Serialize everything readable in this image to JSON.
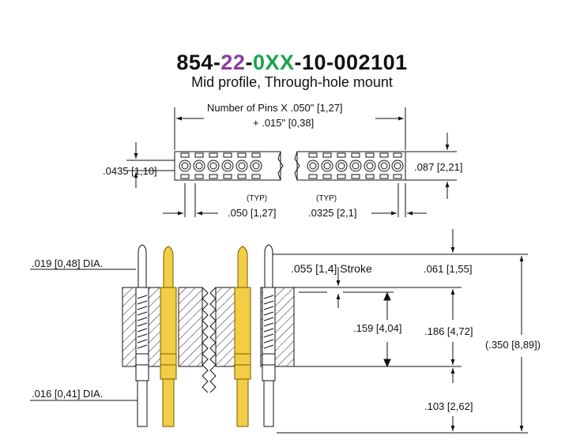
{
  "part_number": {
    "seg1": "854-",
    "seg2": "22",
    "seg3": "-",
    "seg4": "0XX",
    "seg5": "-10-002101",
    "colors": {
      "seg2": "#8a3fa0",
      "seg4": "#19a449"
    }
  },
  "subtitle": "Mid profile, Through-hole mount",
  "dimensions": {
    "length_line1": "Number of Pins X .050\" [1,27]",
    "length_line2": "+ .015\" [0,38]",
    "height_left": ".0435 [1,10]",
    "height_right": ".087 [2,21]",
    "pitch_typ": "(TYP)",
    "pitch": ".050 [1,27]",
    "edge_typ": "(TYP)",
    "edge": ".0325 [2,1]",
    "tip_dia": ".019 [0,48] DIA.",
    "tail_dia": ".016 [0,41] DIA.",
    "stroke": ".055 [1,4] Stroke",
    "d061": ".061 [1,55]",
    "d159": ".159 [4,04]",
    "d186": ".186 [4,72]",
    "d350": "(.350 [8,89])",
    "d103": ".103 [2,62]"
  },
  "colors": {
    "gold": "#f2cd45",
    "gold_dark": "#b48a10",
    "line": "#111111"
  }
}
